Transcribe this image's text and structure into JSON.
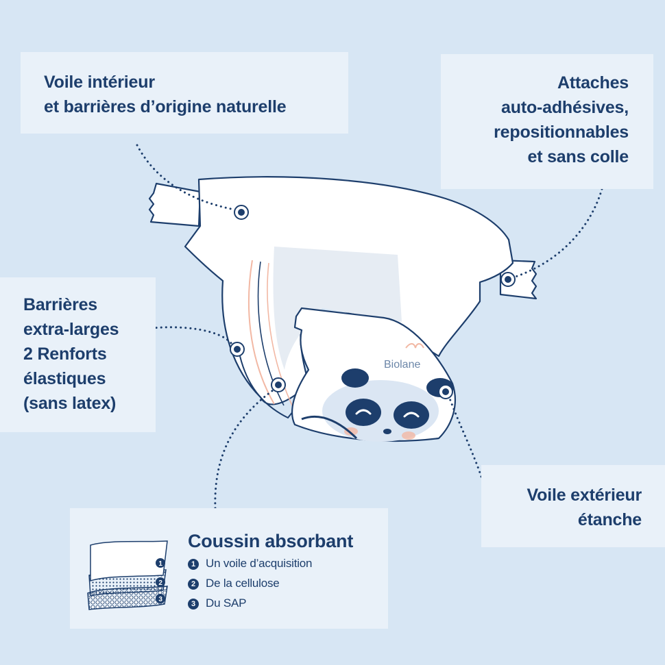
{
  "labels": {
    "inner_veil": [
      "Voile intérieur",
      "et barrières d’origine naturelle"
    ],
    "fasteners": [
      "Attaches",
      "auto-adhésives,",
      "repositionnables",
      "et sans colle"
    ],
    "barriers": [
      "Barrières",
      "extra-larges",
      "2 Renforts",
      "élastiques",
      "(sans latex)"
    ],
    "outer_veil": [
      "Voile extérieur",
      "étanche"
    ]
  },
  "absorbent": {
    "title": "Coussin absorbant",
    "layers": [
      {
        "num": "1",
        "text": "Un voile d’acquisition"
      },
      {
        "num": "2",
        "text": "De la cellulose"
      },
      {
        "num": "3",
        "text": "Du SAP"
      }
    ]
  },
  "brand": "Biolane",
  "colors": {
    "background": "#d7e6f4",
    "box": "#e9f1f9",
    "navy": "#1d3e6c",
    "diaper": "#ffffff",
    "accent_peach": "#f2b8a4"
  }
}
